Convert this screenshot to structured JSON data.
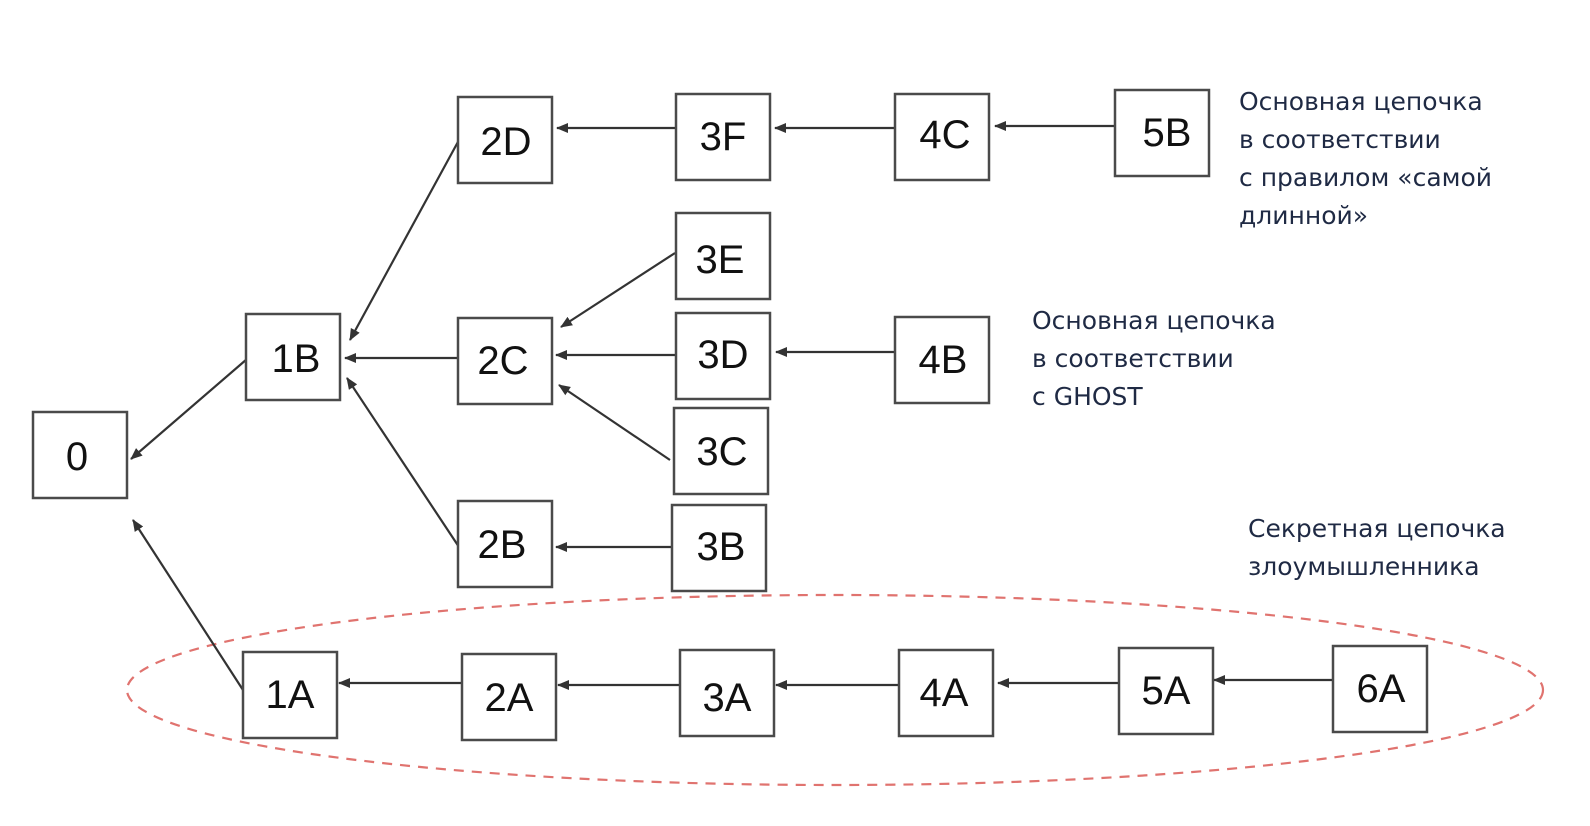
{
  "blocks": [
    {
      "id": "b0",
      "label": "0"
    },
    {
      "id": "b1B",
      "label": "1B"
    },
    {
      "id": "b2D",
      "label": "2D"
    },
    {
      "id": "b3F",
      "label": "3F"
    },
    {
      "id": "b4C",
      "label": "4C"
    },
    {
      "id": "b5B",
      "label": "5B"
    },
    {
      "id": "b3E",
      "label": "3E"
    },
    {
      "id": "b2C",
      "label": "2C"
    },
    {
      "id": "b3D",
      "label": "3D"
    },
    {
      "id": "b4B",
      "label": "4B"
    },
    {
      "id": "b3C",
      "label": "3C"
    },
    {
      "id": "b2B",
      "label": "2B"
    },
    {
      "id": "b3B",
      "label": "3B"
    },
    {
      "id": "b1A",
      "label": "1A"
    },
    {
      "id": "b2A",
      "label": "2A"
    },
    {
      "id": "b3A",
      "label": "3A"
    },
    {
      "id": "b4A",
      "label": "4A"
    },
    {
      "id": "b5A",
      "label": "5A"
    },
    {
      "id": "b6A",
      "label": "6A"
    }
  ],
  "edges": [
    {
      "from": "1B",
      "to": "0"
    },
    {
      "from": "1A",
      "to": "0"
    },
    {
      "from": "2D",
      "to": "1B"
    },
    {
      "from": "2C",
      "to": "1B"
    },
    {
      "from": "2B",
      "to": "1B"
    },
    {
      "from": "3F",
      "to": "2D"
    },
    {
      "from": "4C",
      "to": "3F"
    },
    {
      "from": "5B",
      "to": "4C"
    },
    {
      "from": "3E",
      "to": "2C"
    },
    {
      "from": "3D",
      "to": "2C"
    },
    {
      "from": "3C",
      "to": "2C"
    },
    {
      "from": "4B",
      "to": "3D"
    },
    {
      "from": "3B",
      "to": "2B"
    },
    {
      "from": "2A",
      "to": "1A"
    },
    {
      "from": "3A",
      "to": "2A"
    },
    {
      "from": "4A",
      "to": "3A"
    },
    {
      "from": "5A",
      "to": "4A"
    },
    {
      "from": "6A",
      "to": "5A"
    }
  ],
  "annotations": {
    "longest_chain": [
      "Основная цепочка",
      "в соответствии",
      "с правилом «самой",
      "длинной»"
    ],
    "ghost_chain": [
      "Основная цепочка",
      "в соответствии",
      "с GHOST"
    ],
    "secret_chain": [
      "Секретная цепочка",
      "злоумышленника"
    ]
  },
  "colors": {
    "block_border": "#4a4a4a",
    "arrow": "#333333",
    "secret_ellipse": "#e0736f",
    "annotation_text": "#1f2a44"
  }
}
